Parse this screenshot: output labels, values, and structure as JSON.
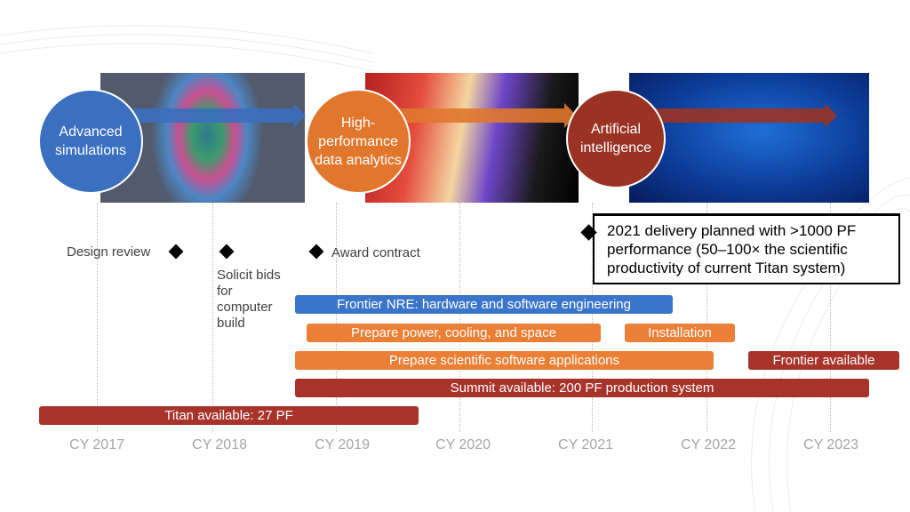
{
  "themes": [
    {
      "label": "Advanced simulations",
      "color": "#3b6fc0",
      "image": "fluid-simulation-image"
    },
    {
      "label": "High-performance data analytics",
      "color": "#e0772d",
      "image": "data-visualization-wall-image"
    },
    {
      "label": "Artificial intelligence",
      "color": "#9b3324",
      "image": "circuit-brain-image"
    }
  ],
  "milestones": [
    {
      "label": "Design review",
      "icon": "diamond-icon"
    },
    {
      "label": "Solicit bids for computer build",
      "icon": "diamond-icon"
    },
    {
      "label": "Award contract",
      "icon": "diamond-icon"
    }
  ],
  "callout": {
    "text": "2021 delivery planned with >1000 PF performance (50–100× the scientific productivity of current Titan system)",
    "icon": "diamond-icon"
  },
  "tasks": [
    {
      "label": "Frontier NRE: hardware and  software engineering",
      "color": "#3b75c9"
    },
    {
      "label": "Prepare power, cooling, and space",
      "color": "#ea7f35"
    },
    {
      "label": "Installation",
      "color": "#ea7f35"
    },
    {
      "label": "Prepare scientific software applications",
      "color": "#ea7f35"
    },
    {
      "label": "Frontier available",
      "color": "#a8332a"
    },
    {
      "label": "Summit available: 200 PF production system",
      "color": "#a8332a"
    },
    {
      "label": "Titan available: 27 PF",
      "color": "#a8332a"
    }
  ],
  "axis": {
    "years": [
      "CY 2017",
      "CY 2018",
      "CY 2019",
      "CY 2020",
      "CY 2021",
      "CY 2022",
      "CY 2023"
    ]
  }
}
